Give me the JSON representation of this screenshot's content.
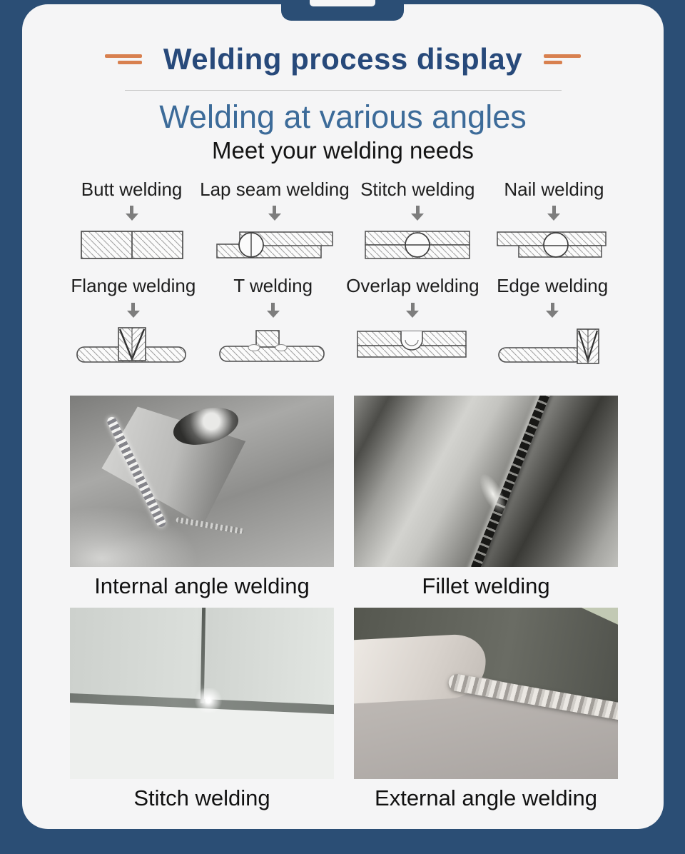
{
  "header": {
    "title": "Welding process display"
  },
  "intro": {
    "title": "Welding at various angles",
    "subtitle": "Meet your welding needs"
  },
  "process": {
    "row1": [
      {
        "label": "Butt welding",
        "diagram": "butt-joint-cross-section"
      },
      {
        "label": "Lap seam welding",
        "diagram": "lap-seam-cross-section"
      },
      {
        "label": "Stitch welding",
        "diagram": "stitch-cross-section"
      },
      {
        "label": "Nail welding",
        "diagram": "nail-cross-section"
      }
    ],
    "row2": [
      {
        "label": "Flange welding",
        "diagram": "flange-cross-section"
      },
      {
        "label": "T welding",
        "diagram": "t-joint-cross-section"
      },
      {
        "label": "Overlap welding",
        "diagram": "overlap-cross-section"
      },
      {
        "label": "Edge welding",
        "diagram": "edge-cross-section"
      }
    ]
  },
  "photos": [
    {
      "caption": "Internal angle welding"
    },
    {
      "caption": "Fillet welding"
    },
    {
      "caption": "Stitch welding"
    },
    {
      "caption": "External angle welding"
    }
  ],
  "icons": {
    "arrow": "arrow-down-icon"
  },
  "colors": {
    "frame_blue": "#2b4e75",
    "card_background": "#f5f5f6",
    "title_navy": "#27497a",
    "subtitle_blue": "#3c6b99",
    "accent_orange": "#d8804f",
    "body_text": "#1e1e1e",
    "arrow_gray": "#7d7d7d"
  }
}
